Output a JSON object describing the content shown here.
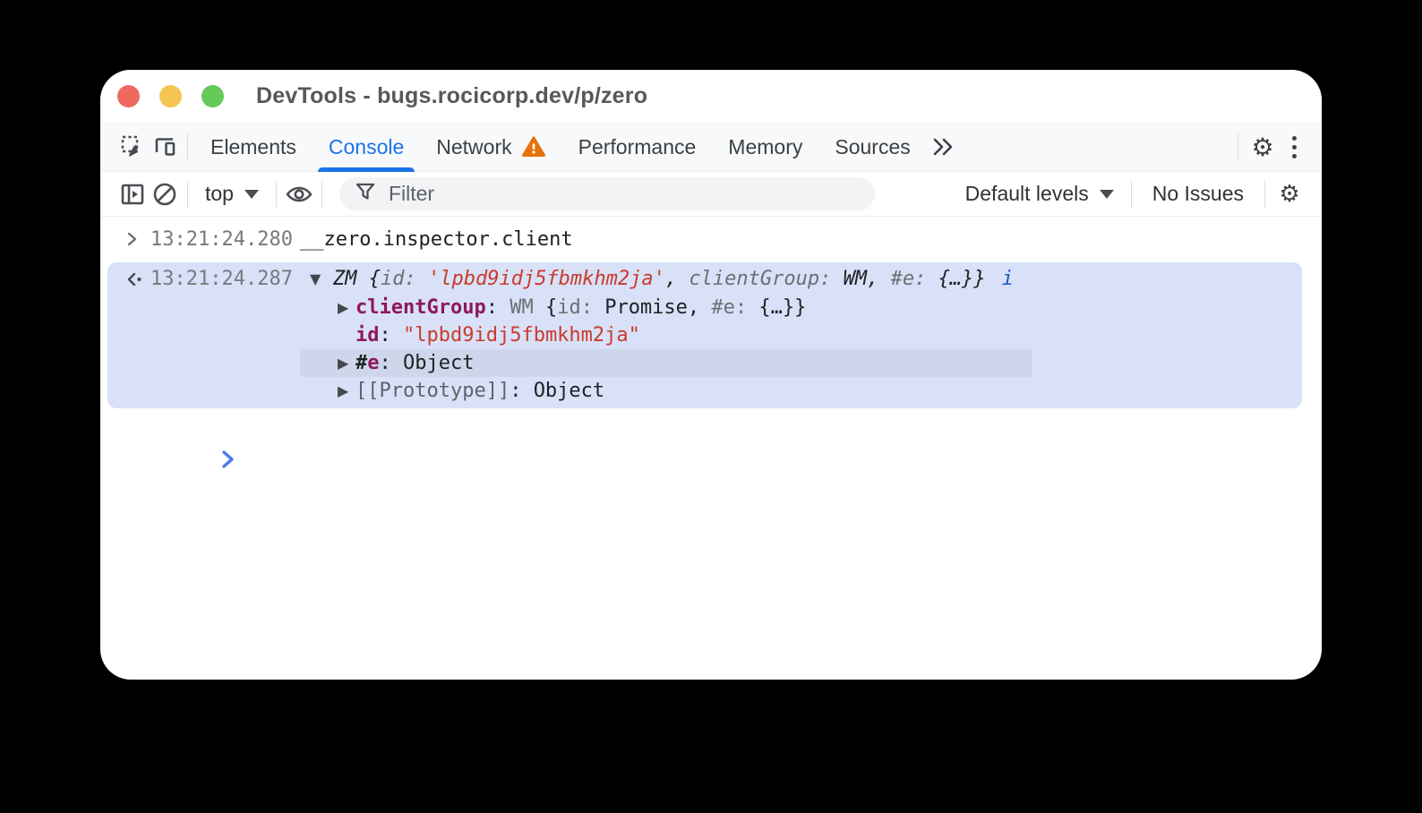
{
  "titlebar": {
    "title": "DevTools - bugs.rocicorp.dev/p/zero"
  },
  "tabbar": {
    "tabs": [
      {
        "label": "Elements"
      },
      {
        "label": "Console"
      },
      {
        "label": "Network"
      },
      {
        "label": "Performance"
      },
      {
        "label": "Memory"
      },
      {
        "label": "Sources"
      }
    ],
    "active_tab": "Console"
  },
  "toolbar": {
    "context_selector": "top",
    "filter_placeholder": "Filter",
    "levels_selector": "Default levels",
    "issues_status": "No Issues"
  },
  "icons": {
    "settings_gear": "⚙",
    "collapse_triangle": "▼",
    "expand_triangle": "▶"
  },
  "console": {
    "command": {
      "timestamp": "13:21:24.280",
      "expression": "__zero.inspector.client"
    },
    "result": {
      "timestamp": "13:21:24.287",
      "preview": {
        "class_name": "ZM ",
        "brace_open": "{",
        "key_id": "id: ",
        "value_id": "'lpbd9idj5fbmkhm2ja'",
        "sep_1": ", ",
        "key_clientGroup": "clientGroup: ",
        "value_clientGroup": "WM",
        "sep_2": ", ",
        "key_e": "#e: ",
        "value_e": "{…}",
        "brace_close": "}",
        "info_hint": "i"
      },
      "children": {
        "clientGroup": {
          "key": "clientGroup",
          "colon": ": ",
          "class_name": "WM",
          "brace_open": " {",
          "key_id": "id:",
          "value_id": " Promise",
          "sep": ", ",
          "key_e": "#e:",
          "value_e": " {…}",
          "brace_close": "}"
        },
        "id": {
          "key": "id",
          "colon": ": ",
          "value": "\"lpbd9idj5fbmkhm2ja\""
        },
        "private_e": {
          "key_hash": "#",
          "key_name": "e",
          "colon": ": ",
          "value": "Object"
        },
        "prototype": {
          "key": "[[Prototype]]",
          "colon": ": ",
          "value": "Object"
        }
      }
    }
  },
  "colors": {
    "accent": "#1a73e8",
    "warning": "#e8710a",
    "string-red": "#c93b2d",
    "key-plum": "#8e185c",
    "result-bg": "#d8e1f7",
    "row-highlight": "#cdd6ea",
    "prompt-blue": "#4b7be8"
  }
}
